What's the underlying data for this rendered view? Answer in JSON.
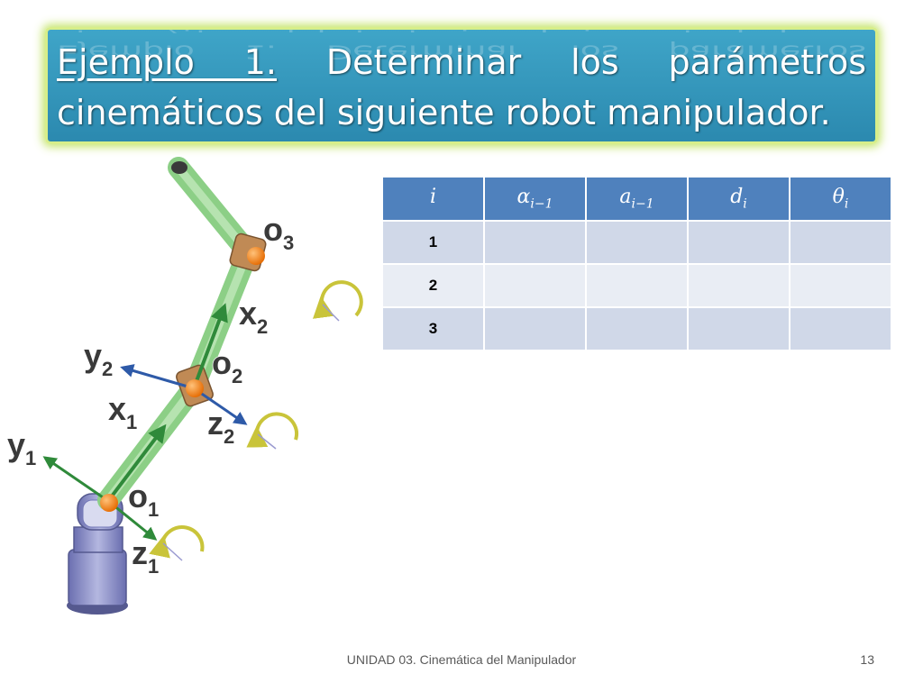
{
  "title": {
    "lead": "Ejemplo 1.",
    "rest": " Determinar los parámetros cinemáticos del siguiente robot manipulador."
  },
  "table": {
    "headers": [
      {
        "base": "i",
        "sub": ""
      },
      {
        "base": "α",
        "sub": "i−1"
      },
      {
        "base": "a",
        "sub": "i−1"
      },
      {
        "base": "d",
        "sub": "i"
      },
      {
        "base": "θ",
        "sub": "i"
      }
    ],
    "rows": [
      [
        "1",
        "",
        "",
        "",
        ""
      ],
      [
        "2",
        "",
        "",
        "",
        ""
      ],
      [
        "3",
        "",
        "",
        "",
        ""
      ]
    ]
  },
  "figure": {
    "labels": {
      "o3": {
        "main": "o",
        "sub": "3"
      },
      "x2": {
        "main": "x",
        "sub": "2"
      },
      "y2": {
        "main": "y",
        "sub": "2"
      },
      "o2": {
        "main": "o",
        "sub": "2"
      },
      "x1": {
        "main": "x",
        "sub": "1"
      },
      "z2": {
        "main": "z",
        "sub": "2"
      },
      "y1": {
        "main": "y",
        "sub": "1"
      },
      "o1": {
        "main": "o",
        "sub": "1"
      },
      "z1": {
        "main": "z",
        "sub": "1"
      }
    },
    "colors": {
      "link": "#9fd39a",
      "joint": "#f58220",
      "x_axis": "#2f8a3a",
      "y_axis": "#2e5aa8",
      "base": "#8b8fc4",
      "rotation_arrow": "#c9c43a"
    }
  },
  "footer": {
    "center": "UNIDAD 03. Cinemática del Manipulador",
    "page": "13"
  }
}
